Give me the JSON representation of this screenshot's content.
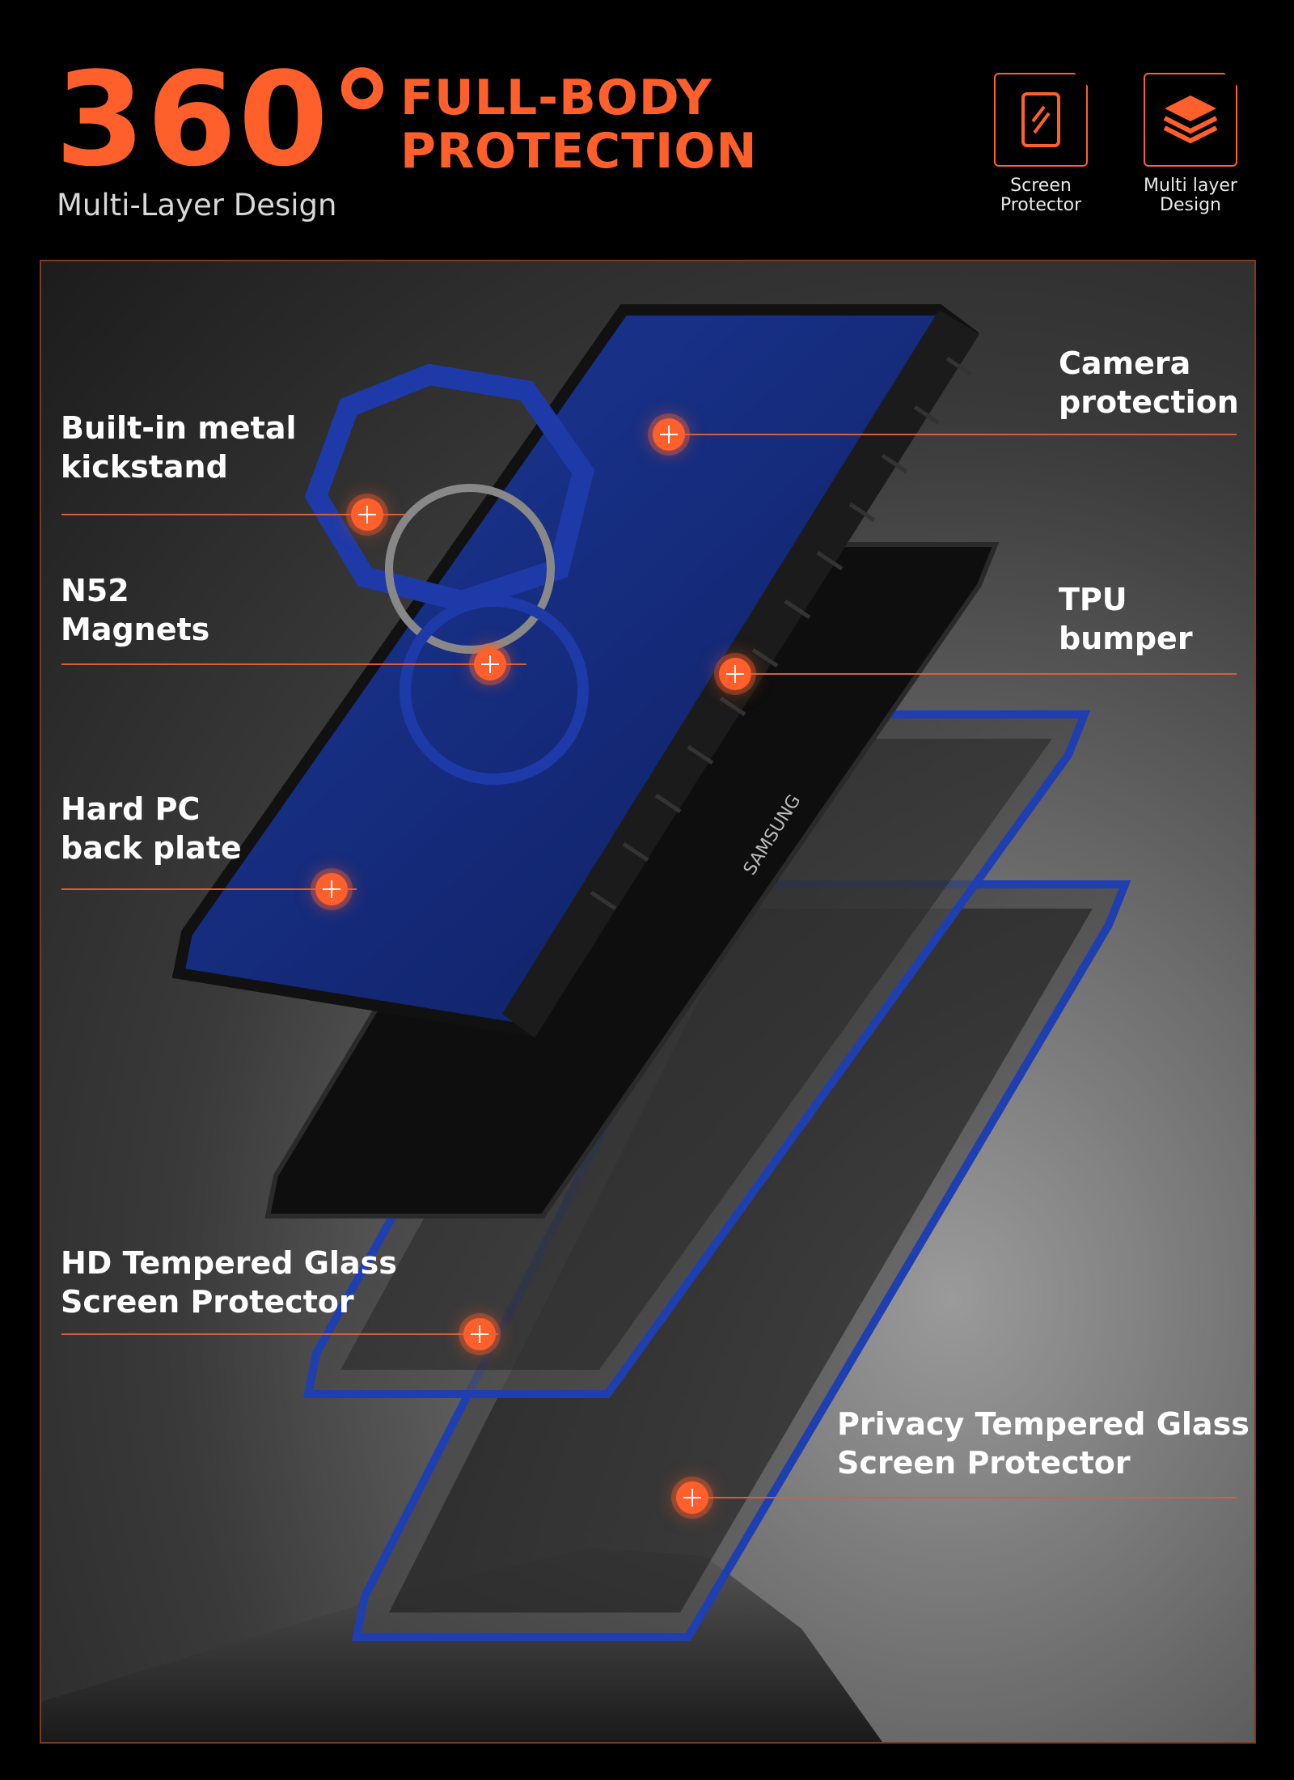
{
  "header": {
    "big_number": "360°",
    "headline_line1": "FULL-BODY",
    "headline_line2": "PROTECTION",
    "subhead": "Multi-Layer Design",
    "accent_color": "#ff5f2b"
  },
  "features": [
    {
      "icon": "screen-protector-icon",
      "line1": "Screen",
      "line2": "Protector"
    },
    {
      "icon": "layers-icon",
      "line1": "Multi layer",
      "line2": "Design"
    }
  ],
  "callouts": {
    "kickstand": {
      "line1": "Built-in metal",
      "line2": "kickstand"
    },
    "magnets": {
      "line1": "N52",
      "line2": "Magnets"
    },
    "backplate": {
      "line1": "Hard PC",
      "line2": "back plate"
    },
    "hd_glass": {
      "line1": "HD Tempered Glass",
      "line2": "Screen Protector"
    },
    "camera": {
      "line1": "Camera",
      "line2": "protection"
    },
    "tpu": {
      "line1": "TPU",
      "line2": "bumper"
    },
    "privacy_glass": {
      "line1": "Privacy Tempered Glass",
      "line2": "Screen Protector"
    }
  },
  "phone_brand_text": "SAMSUNG"
}
